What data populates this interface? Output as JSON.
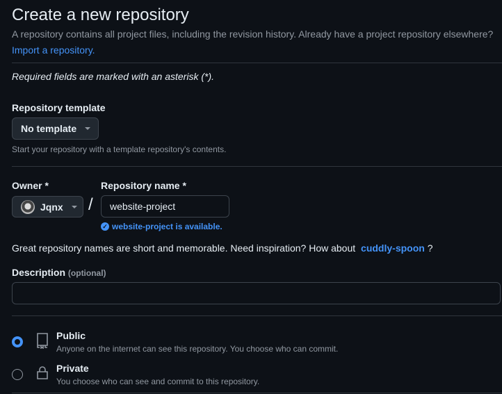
{
  "page": {
    "title": "Create a new repository",
    "subtitle": "A repository contains all project files, including the revision history. Already have a project repository elsewhere?",
    "import_link": "Import a repository.",
    "required_note": "Required fields are marked with an asterisk (*)."
  },
  "template": {
    "label": "Repository template",
    "value": "No template",
    "help": "Start your repository with a template repository's contents."
  },
  "owner": {
    "label": "Owner *",
    "value": "Jqnx"
  },
  "separator": "/",
  "repo_name": {
    "label": "Repository name *",
    "value": "website-project",
    "status": "website-project is available."
  },
  "inspiration": {
    "text": "Great repository names are short and memorable. Need inspiration? How about",
    "suggestion": "cuddly-spoon",
    "suffix": "?"
  },
  "description": {
    "label": "Description",
    "optional": "(optional)",
    "value": "",
    "placeholder": ""
  },
  "visibility": {
    "selected": "Public",
    "options": [
      {
        "label": "Public",
        "help": "Anyone on the internet can see this repository. You choose who can commit.",
        "icon": "repo-icon"
      },
      {
        "label": "Private",
        "help": "You choose who can see and commit to this repository.",
        "icon": "lock-icon"
      }
    ]
  },
  "colors": {
    "accent": "#4493f8",
    "background": "#0d1117",
    "success": "#4493f8"
  }
}
